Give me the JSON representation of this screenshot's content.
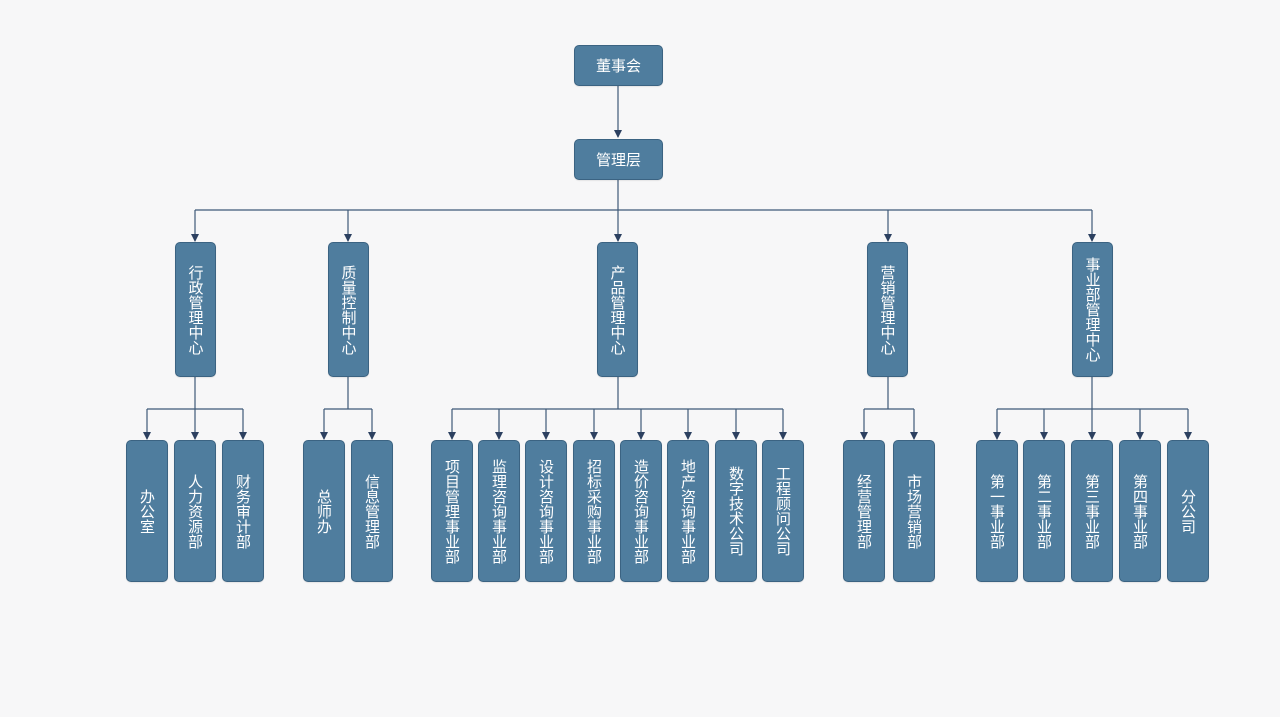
{
  "diagram": {
    "colors": {
      "box": "#4f7d9e",
      "box_border": "#3b6382",
      "line": "#3e5a78",
      "text": "#ffffff",
      "background": "#f7f7f8"
    },
    "root": "董事会",
    "management": "管理层",
    "centers": [
      {
        "label": "行政管理中心",
        "departments": [
          "办公室",
          "人力资源部",
          "财务审计部"
        ]
      },
      {
        "label": "质量控制中心",
        "departments": [
          "总师办",
          "信息管理部"
        ]
      },
      {
        "label": "产品管理中心",
        "departments": [
          "项目管理事业部",
          "监理咨询事业部",
          "设计咨询事业部",
          "招标采购事业部",
          "造价咨询事业部",
          "地产咨询事业部",
          "数字技术公司",
          "工程顾问公司"
        ]
      },
      {
        "label": "营销管理中心",
        "departments": [
          "经营管理部",
          "市场营销部"
        ]
      },
      {
        "label": "事业部管理中心",
        "departments": [
          "第一事业部",
          "第二事业部",
          "第三事业部",
          "第四事业部",
          "分公司"
        ]
      }
    ]
  }
}
